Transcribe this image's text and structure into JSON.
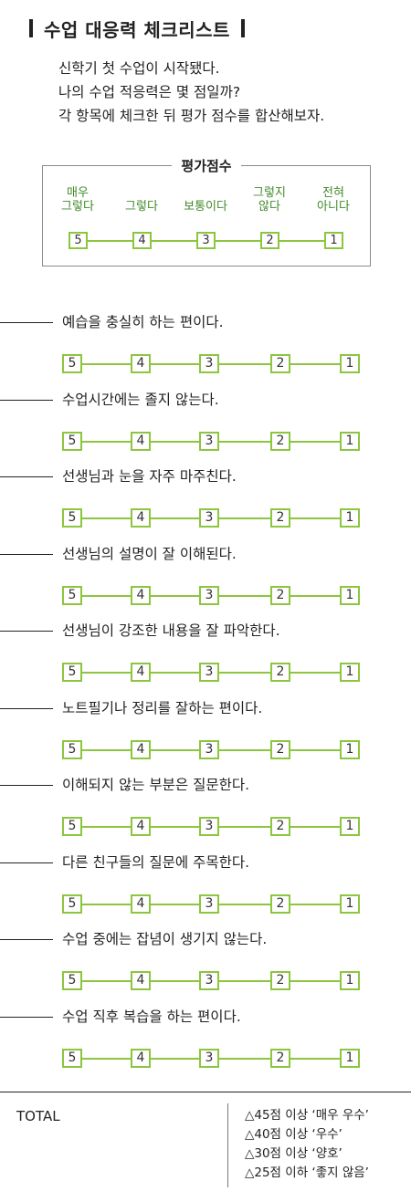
{
  "title": "수업 대응력 체크리스트",
  "intro": [
    "신학기 첫 수업이 시작됐다.",
    "나의 수업 적응력은 몇 점일까?",
    "각 항목에 체크한 뒤 평가 점수를 합산해보자."
  ],
  "legend": {
    "title": "평가점수",
    "labels": [
      {
        "line1": "매우",
        "line2": "그렇다"
      },
      {
        "line1": "",
        "line2": "그렇다"
      },
      {
        "line1": "",
        "line2": "보통이다"
      },
      {
        "line1": "그렇지",
        "line2": "않다"
      },
      {
        "line1": "전혀",
        "line2": "아니다"
      }
    ],
    "scores": [
      "5",
      "4",
      "3",
      "2",
      "1"
    ]
  },
  "items": [
    {
      "text": "예습을 충실히 하는 편이다.",
      "scores": [
        "5",
        "4",
        "3",
        "2",
        "1"
      ]
    },
    {
      "text": "수업시간에는 졸지 않는다.",
      "scores": [
        "5",
        "4",
        "3",
        "2",
        "1"
      ]
    },
    {
      "text": "선생님과 눈을 자주 마주친다.",
      "scores": [
        "5",
        "4",
        "3",
        "2",
        "1"
      ]
    },
    {
      "text": "선생님의 설명이 잘 이해된다.",
      "scores": [
        "5",
        "4",
        "3",
        "2",
        "1"
      ]
    },
    {
      "text": "선생님이 강조한 내용을 잘 파악한다.",
      "scores": [
        "5",
        "4",
        "3",
        "2",
        "1"
      ]
    },
    {
      "text": "노트필기나 정리를 잘하는 편이다.",
      "scores": [
        "5",
        "4",
        "3",
        "2",
        "1"
      ]
    },
    {
      "text": "이해되지 않는 부분은 질문한다.",
      "scores": [
        "5",
        "4",
        "3",
        "2",
        "1"
      ]
    },
    {
      "text": "다른 친구들의 질문에 주목한다.",
      "scores": [
        "5",
        "4",
        "3",
        "2",
        "1"
      ]
    },
    {
      "text": "수업 중에는 잡념이 생기지 않는다.",
      "scores": [
        "5",
        "4",
        "3",
        "2",
        "1"
      ]
    },
    {
      "text": "수업 직후 복습을 하는 편이다.",
      "scores": [
        "5",
        "4",
        "3",
        "2",
        "1"
      ]
    }
  ],
  "total": {
    "label": "TOTAL",
    "criteria": [
      "△45점 이상 ‘매우 우수’",
      "△40점 이상 ‘우수’",
      "△30점 이상 ‘양호’",
      "△25점 이하 ‘좋지 않음’"
    ]
  },
  "colors": {
    "accent_green": "#8cc63f",
    "label_green": "#3f8a27"
  }
}
